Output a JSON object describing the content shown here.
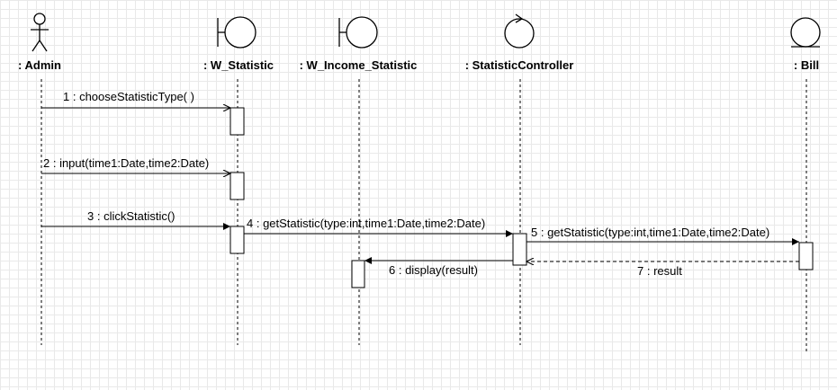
{
  "participants": [
    {
      "id": "admin",
      "label": ": Admin",
      "kind": "actor"
    },
    {
      "id": "w_statistic",
      "label": ": W_Statistic",
      "kind": "boundary"
    },
    {
      "id": "w_income",
      "label": ": W_Income_Statistic",
      "kind": "boundary"
    },
    {
      "id": "controller",
      "label": ": StatisticController",
      "kind": "control"
    },
    {
      "id": "bill",
      "label": ": Bill",
      "kind": "entity"
    }
  ],
  "messages": [
    {
      "id": "m1",
      "from": "admin",
      "to": "w_statistic",
      "text": "1 : chooseStatisticType( )",
      "style": "sync"
    },
    {
      "id": "m2",
      "from": "admin",
      "to": "w_statistic",
      "text": "2 : input(time1:Date,time2:Date)",
      "style": "sync"
    },
    {
      "id": "m3",
      "from": "admin",
      "to": "w_statistic",
      "text": "3 : clickStatistic()",
      "style": "sync"
    },
    {
      "id": "m4",
      "from": "w_statistic",
      "to": "controller",
      "text": "4 : getStatistic(type:int,time1:Date,time2:Date)",
      "style": "sync"
    },
    {
      "id": "m5",
      "from": "controller",
      "to": "bill",
      "text": "5 : getStatistic(type:int,time1:Date,time2:Date)",
      "style": "sync"
    },
    {
      "id": "m6",
      "from": "controller",
      "to": "w_income",
      "text": "6 : display(result)",
      "style": "sync"
    },
    {
      "id": "m7",
      "from": "bill",
      "to": "controller",
      "text": "7 : result",
      "style": "return"
    }
  ]
}
